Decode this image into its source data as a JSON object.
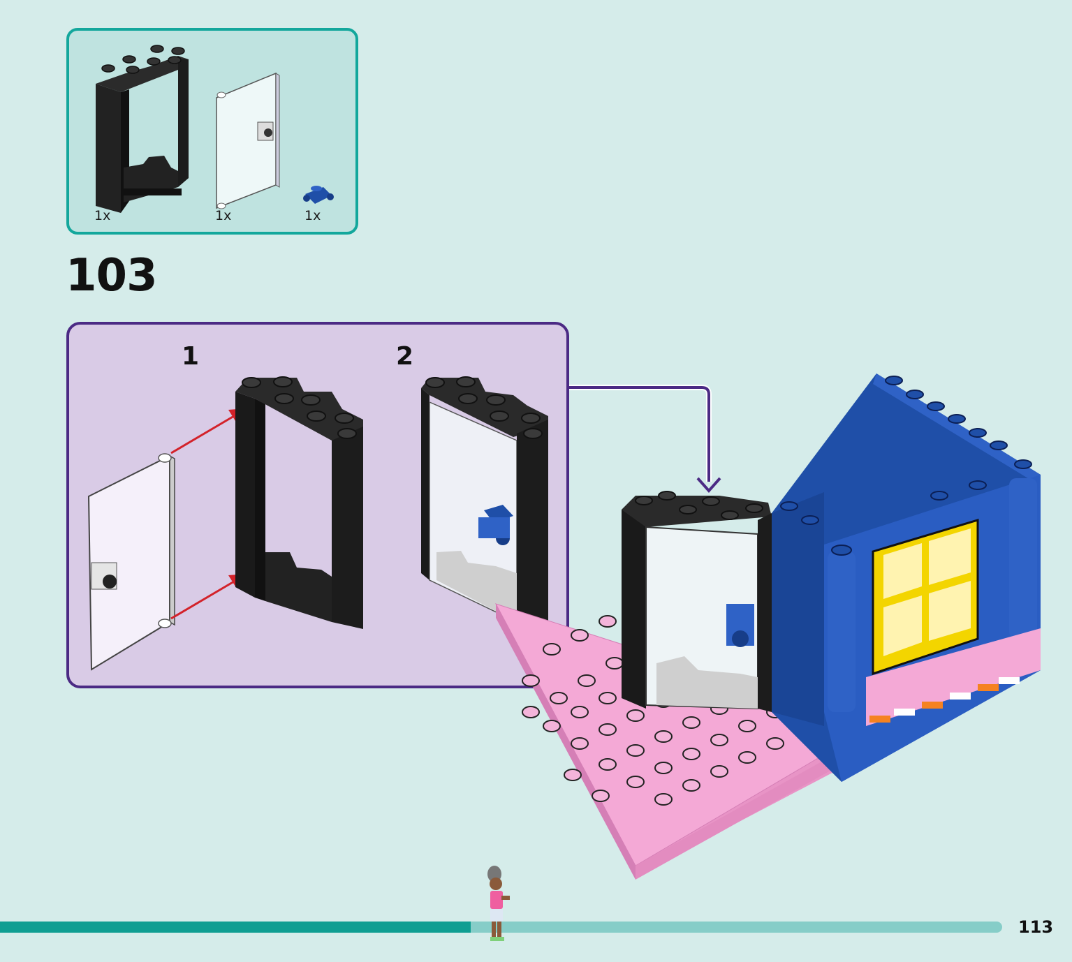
{
  "parts": {
    "items": [
      {
        "icon": "door-frame-icon",
        "qty": "1x"
      },
      {
        "icon": "door-panel-icon",
        "qty": "1x"
      },
      {
        "icon": "blue-handle-piece-icon",
        "qty": "1x"
      }
    ]
  },
  "step": {
    "number": "103"
  },
  "substeps": [
    {
      "number": "1"
    },
    {
      "number": "2"
    }
  ],
  "footer": {
    "page_number": "113",
    "progress": 0.47
  },
  "colors": {
    "background": "#d5ecea",
    "parts_border": "#13a79c",
    "substep_border": "#4b2a84",
    "substep_bg": "#d9cbe6",
    "arrow_red": "#d3222a",
    "progress_fill": "#0f9e92",
    "progress_track": "#86cdc8"
  }
}
